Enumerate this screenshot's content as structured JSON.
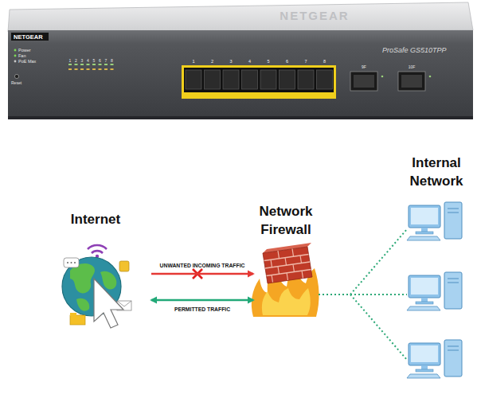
{
  "diagram": {
    "nodes": [
      {
        "text": [
          "Internet"
        ]
      },
      {
        "text": [
          "Network Firewall"
        ]
      },
      {
        "text": [
          "Internal Network"
        ]
      }
    ],
    "edges": [
      {
        "from": 0,
        "to": 1,
        "arrow": "to",
        "label": "UNWANTED INCOMING TRAFFIC"
      },
      {
        "from": 0,
        "to": 1,
        "arrow": "both",
        "label": "PERMITTED TRAFFIC"
      },
      {
        "from": 1,
        "to": 2,
        "arrow": "none"
      }
    ],
    "labels": [
      "NETGEAR",
      "NETGEAR",
      "Power",
      "Fan",
      "PoE Max",
      "1",
      "2",
      "3",
      "4",
      "5",
      "6",
      "7",
      "8",
      "Reset",
      "1",
      "2",
      "3",
      "4",
      "5",
      "6",
      "7",
      "8",
      "9F",
      "10F",
      "ProSafe GS510TPP"
    ]
  }
}
